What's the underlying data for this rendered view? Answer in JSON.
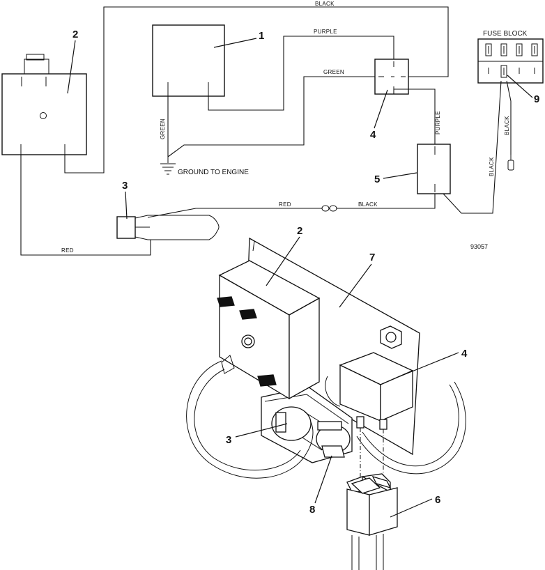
{
  "wire_labels": {
    "black_top": "BLACK",
    "purple_top": "PURPLE",
    "green_mid": "GREEN",
    "green_vertical": "GREEN",
    "purple_vertical": "PURPLE",
    "red_mid": "RED",
    "black_mid": "BLACK",
    "black_fuse_vertical": "BLACK",
    "black_lead": "BLACK",
    "red_bottom": "RED"
  },
  "text": {
    "ground": "GROUND TO ENGINE",
    "fuse_block": "FUSE BLOCK",
    "figure_ref": "93057"
  },
  "callouts": {
    "c1": "1",
    "c2_schematic": "2",
    "c3_schematic": "3",
    "c4_schematic": "4",
    "c5": "5",
    "c9": "9",
    "c2_illustration": "2",
    "c7": "7",
    "c4_illustration": "4",
    "c3_illustration": "3",
    "c8": "8",
    "c6": "6"
  }
}
